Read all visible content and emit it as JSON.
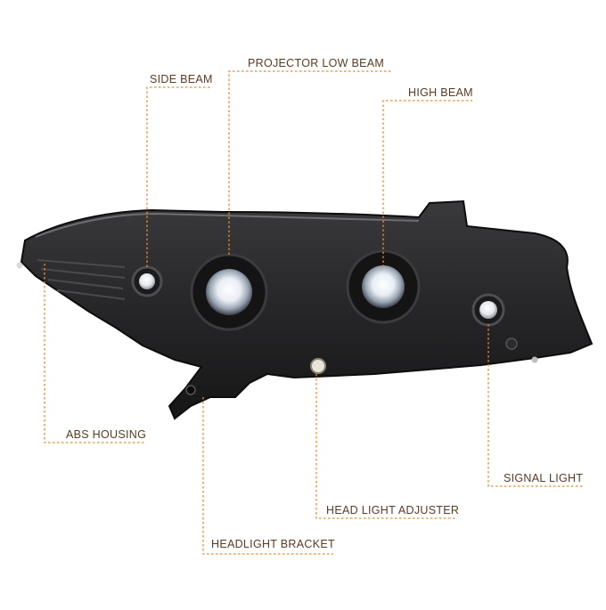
{
  "diagram": {
    "accent_color": "#ea8a2a",
    "label_color": "#5a3a22",
    "labels": {
      "side_beam": "SIDE BEAM",
      "projector_low_beam": "PROJECTOR  LOW BEAM",
      "high_beam": "HIGH BEAM",
      "abs_housing": "ABS HOUSING",
      "signal_light": "SIGNAL LIGHT",
      "head_light_adjuster": "HEAD LIGHT ADJUSTER",
      "headlight_bracket": "HEADLIGHT BRACKET"
    }
  }
}
